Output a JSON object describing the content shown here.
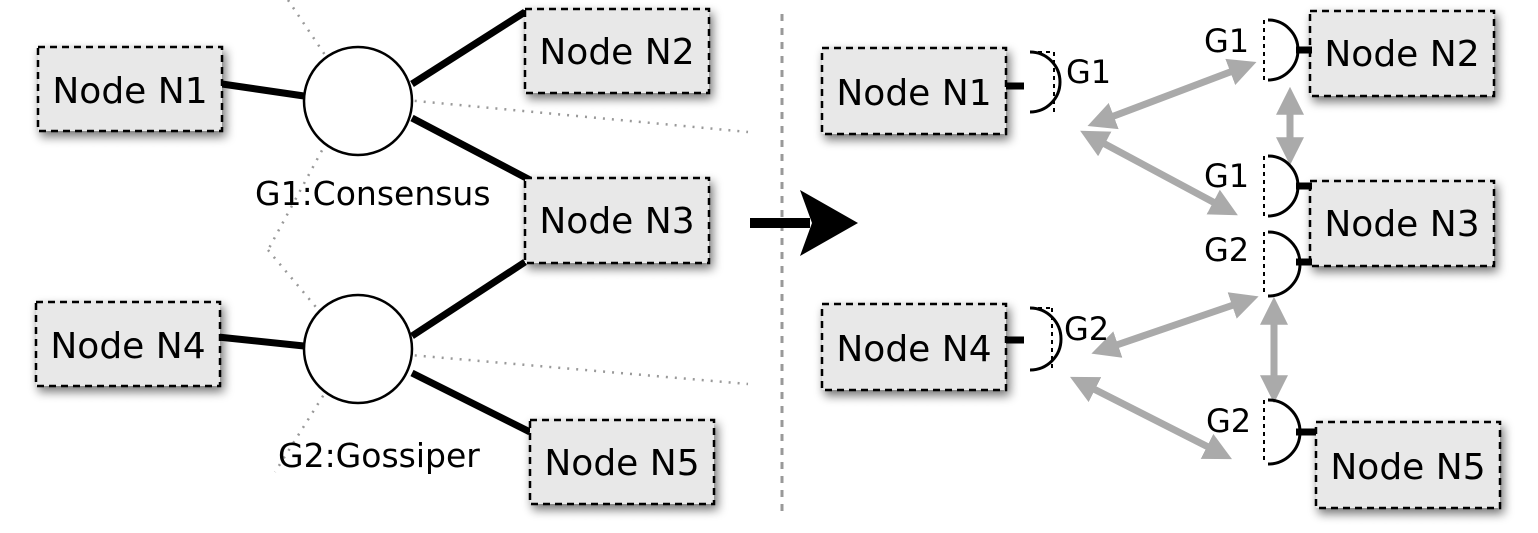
{
  "left": {
    "nodes": [
      "Node N1",
      "Node N2",
      "Node N3",
      "Node N4",
      "Node N5"
    ],
    "groups": [
      {
        "label": "G1:Consensus"
      },
      {
        "label": "G2:Gossiper"
      }
    ]
  },
  "right": {
    "nodes": [
      "Node N1",
      "Node N2",
      "Node N3",
      "Node N4",
      "Node N5"
    ],
    "ports": [
      "G1",
      "G1",
      "G1",
      "G2",
      "G2",
      "G2"
    ]
  },
  "colors": {
    "line": "#000000",
    "arrow": "#aaaaaa",
    "dotted": "#999999",
    "node_fill": "#e8e8e8"
  }
}
